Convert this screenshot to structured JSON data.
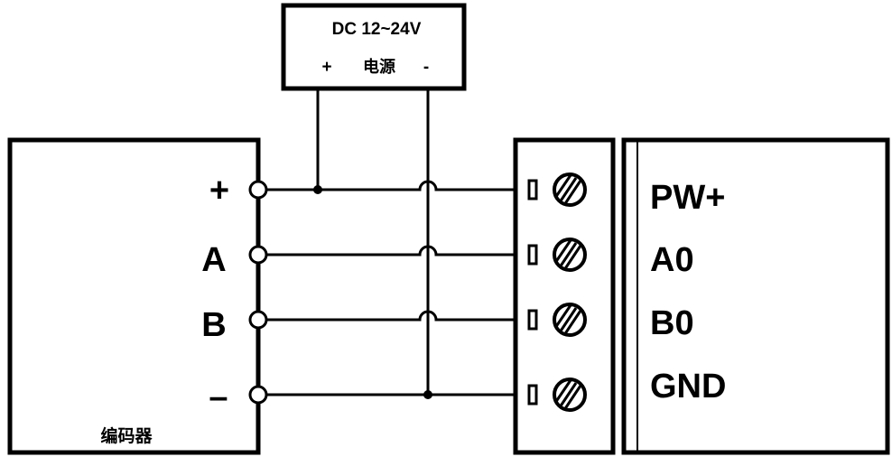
{
  "power_supply": {
    "voltage_label": "DC 12~24V",
    "plus_label": "+",
    "name_label": "电源",
    "minus_label": "-"
  },
  "encoder": {
    "name_label": "编码器",
    "pins": [
      {
        "label": "+"
      },
      {
        "label": "A"
      },
      {
        "label": "B"
      },
      {
        "label": "–"
      }
    ]
  },
  "module": {
    "pins": [
      {
        "label": "PW+"
      },
      {
        "label": "A0"
      },
      {
        "label": "B0"
      },
      {
        "label": "GND"
      }
    ]
  }
}
